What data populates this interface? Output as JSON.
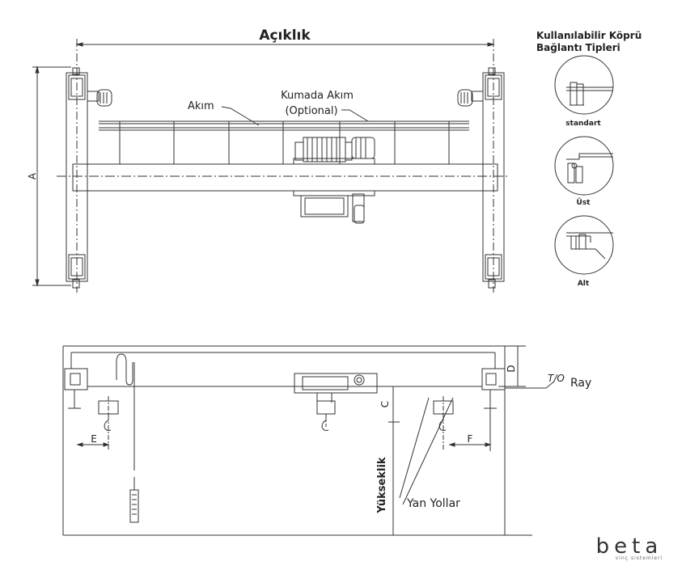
{
  "plan_view": {
    "span_label": "Açıklık",
    "height_label": "A",
    "power_label": "Akım",
    "pendant_label_line1": "Kumada Akım",
    "pendant_label_line2": "(Optional)"
  },
  "connection_types": {
    "title_line1": "Kullanılabilir Köprü",
    "title_line2": "Bağlantı Tipleri",
    "items": [
      {
        "label": "standart"
      },
      {
        "label": "Üst"
      },
      {
        "label": "Alt"
      }
    ]
  },
  "elevation_view": {
    "d_label": "D",
    "c_label": "C",
    "e_label": "E",
    "f_label": "F",
    "rail_prefix": "T/O",
    "rail_label": "Ray",
    "lift_label": "Yükseklik",
    "runway_label": "Yan Yollar"
  },
  "brand": {
    "logo_text": "beta",
    "tagline": "vinç sistemleri"
  },
  "colors": {
    "line": "#333333",
    "light_line": "#888888"
  }
}
